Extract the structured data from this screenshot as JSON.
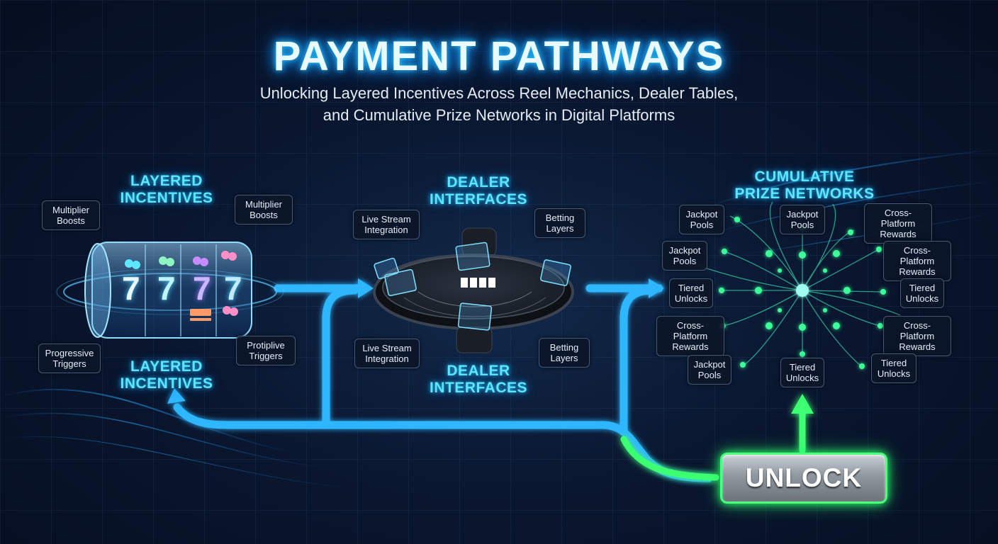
{
  "header": {
    "title": "PAYMENT PATHWAYS",
    "subtitle": "Unlocking Layered Incentives Across Reel Mechanics, Dealer Tables,\nand Cumulative Prize Networks in Digital Platforms"
  },
  "sections": {
    "layered": {
      "title_top": "LAYERED\nINCENTIVES",
      "title_bottom": "LAYERED\nINCENTIVES",
      "labels": {
        "multiplier_left": "Multiplier\nBoosts",
        "multiplier_right": "Multiplier\nBoosts",
        "progressive": "Progressive\nTriggers",
        "protiplive": "Protiplive\nTriggers"
      },
      "reel_symbols": [
        "7",
        "7",
        "7",
        "7"
      ]
    },
    "dealer": {
      "title_top": "DEALER\nINTERFACES",
      "title_bottom": "DEALER\nINTERFACES",
      "labels": {
        "live_top": "Live Stream\nIntegration",
        "betting_top": "Betting\nLayers",
        "live_bottom": "Live Stream\nIntegration",
        "betting_bottom": "Betting\nLayers"
      }
    },
    "prize": {
      "title": "CUMULATIVE\nPRIZE NETWORKS",
      "labels": {
        "jackpot_1": "Jackpot\nPools",
        "jackpot_2": "Jackpot\nPools",
        "cross_1": "Cross-Platform\nRewards",
        "jackpot_3": "Jackpot\nPools",
        "cross_2": "Cross-Platform\nRewards",
        "tiered_1": "Tiered\nUnlocks",
        "tiered_2": "Tiered\nUnlocks",
        "cross_3": "Cross-Platform\nRewards",
        "cross_4": "Cross-Platform\nRewards",
        "jackpot_4": "Jackpot\nPools",
        "tiered_3": "Tiered\nUnlocks",
        "tiered_4": "Tiered\nUnlocks"
      }
    }
  },
  "unlock_button": "UNLOCK",
  "colors": {
    "flow_blue": "#2fb6ff",
    "flow_green": "#3dff72",
    "title_glow": "#29c6ff",
    "section_title": "#5fe6ff",
    "node_green": "#3cff9a"
  }
}
